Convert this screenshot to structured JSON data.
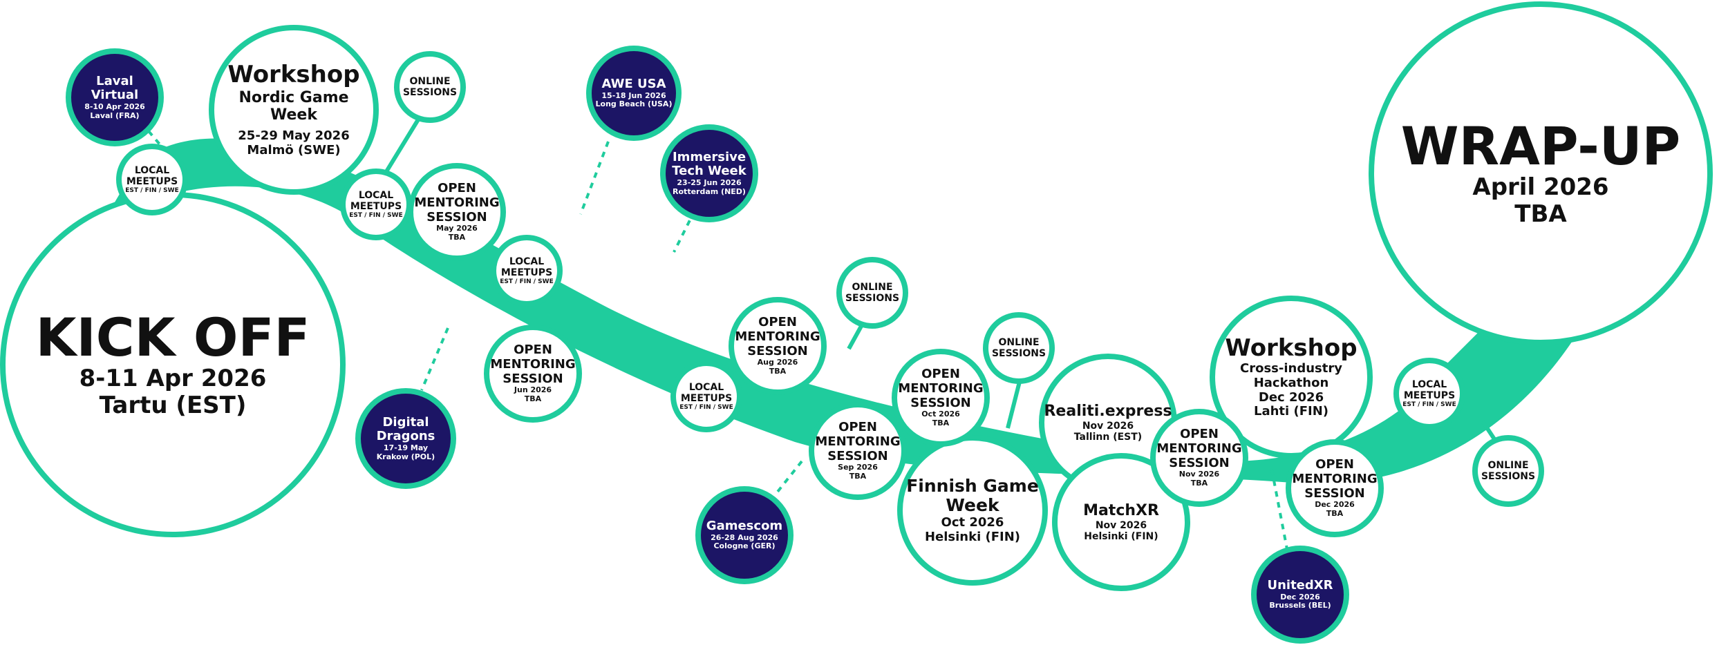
{
  "colors": {
    "accent": "#1fcc9d",
    "dark": "#1c1565",
    "ink": "#111111"
  },
  "kickoff": {
    "title": "KICK OFF",
    "date": "8-11 Apr 2026",
    "place": "Tartu (EST)"
  },
  "wrapup": {
    "title": "WRAP-UP",
    "date": "April 2026",
    "place": "TBA"
  },
  "workshop_nordic": {
    "title": "Workshop",
    "event": "Nordic Game Week",
    "date": "25-29 May 2026",
    "place": "Malmö (SWE)"
  },
  "workshop_hack": {
    "title": "Workshop",
    "event_line1": "Cross-industry",
    "event_line2": "Hackathon",
    "date": "Dec 2026",
    "place": "Lahti (FIN)"
  },
  "finnish_game_week": {
    "title_line1": "Finnish Game",
    "title_line2": "Week",
    "date": "Oct 2026",
    "place": "Helsinki (FIN)"
  },
  "realiti": {
    "title": "Realiti.express",
    "date": "Nov 2026",
    "place": "Tallinn (EST)"
  },
  "matchxr": {
    "title": "MatchXR",
    "date": "Nov 2026",
    "place": "Helsinki (FIN)"
  },
  "events": {
    "laval": {
      "title": "Laval Virtual",
      "date": "8-10 Apr 2026",
      "place": "Laval (FRA)"
    },
    "awe": {
      "title": "AWE USA",
      "date": "15-18 Jun 2026",
      "place": "Long Beach (USA)"
    },
    "immersive": {
      "title_line1": "Immersive",
      "title_line2": "Tech Week",
      "date": "23-25 Jun 2026",
      "place": "Rotterdam (NED)"
    },
    "dragons": {
      "title_line1": "Digital",
      "title_line2": "Dragons",
      "date": "17-19 May",
      "place": "Krakow (POL)"
    },
    "gamescom": {
      "title": "Gamescom",
      "date": "26-28 Aug 2026",
      "place": "Cologne (GER)"
    },
    "unitedxr": {
      "title": "UnitedXR",
      "date": "Dec 2026",
      "place": "Brussels (BEL)"
    }
  },
  "mentoring": [
    {
      "l1": "OPEN",
      "l2": "MENTORING",
      "l3": "SESSION",
      "date": "May 2026",
      "place": "TBA"
    },
    {
      "l1": "OPEN",
      "l2": "MENTORING",
      "l3": "SESSION",
      "date": "Jun 2026",
      "place": "TBA"
    },
    {
      "l1": "OPEN",
      "l2": "MENTORING",
      "l3": "SESSION",
      "date": "Aug 2026",
      "place": "TBA"
    },
    {
      "l1": "OPEN",
      "l2": "MENTORING",
      "l3": "SESSION",
      "date": "Sep 2026",
      "place": "TBA"
    },
    {
      "l1": "OPEN",
      "l2": "MENTORING",
      "l3": "SESSION",
      "date": "Oct 2026",
      "place": "TBA"
    },
    {
      "l1": "OPEN",
      "l2": "MENTORING",
      "l3": "SESSION",
      "date": "Nov 2026",
      "place": "TBA"
    },
    {
      "l1": "OPEN",
      "l2": "MENTORING",
      "l3": "SESSION",
      "date": "Dec 2026",
      "place": "TBA"
    }
  ],
  "meetups": {
    "l1": "LOCAL",
    "l2": "MEETUPS",
    "sub": "EST / FIN / SWE"
  },
  "online": {
    "l1": "ONLINE",
    "l2": "SESSIONS"
  }
}
